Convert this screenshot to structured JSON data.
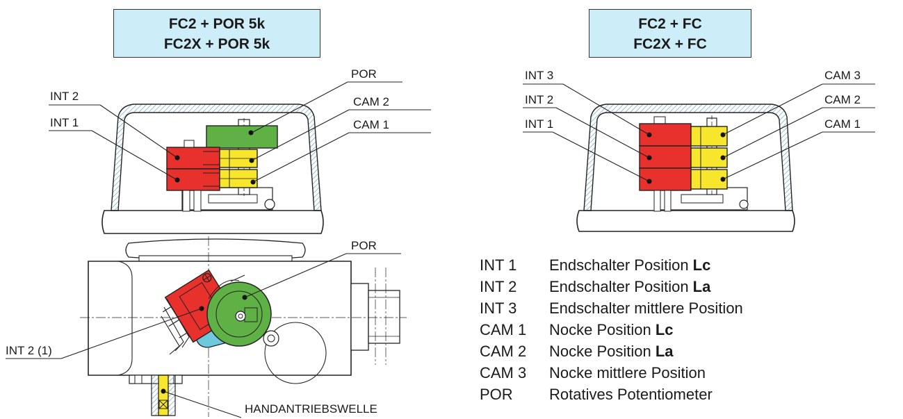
{
  "titles": {
    "left": [
      "FC2 + POR 5k",
      "FC2X + POR 5k"
    ],
    "right": [
      "FC2 + FC",
      "FC2X + FC"
    ]
  },
  "labels": {
    "left_top": {
      "por": "POR",
      "int2": "INT 2",
      "cam2": "CAM 2",
      "int1": "INT 1",
      "cam1": "CAM 1"
    },
    "right_top": {
      "int3": "INT 3",
      "cam3": "CAM 3",
      "int2": "INT 2",
      "cam2": "CAM 2",
      "int1": "INT 1",
      "cam1": "CAM 1"
    },
    "left_bottom": {
      "por": "POR",
      "int2_1": "INT 2 (1)",
      "shaft": "HANDANTRIEBSWELLE"
    }
  },
  "legend": [
    {
      "code": "INT 1",
      "text": "Endschalter Position ",
      "bold": "Lc"
    },
    {
      "code": "INT 2",
      "text": "Endschalter Position ",
      "bold": "La"
    },
    {
      "code": "INT 3",
      "text": "Endschalter mittlere Position",
      "bold": ""
    },
    {
      "code": "CAM 1",
      "text": "Nocke Position ",
      "bold": "Lc"
    },
    {
      "code": "CAM 2",
      "text": "Nocke Position ",
      "bold": "La"
    },
    {
      "code": "CAM 3",
      "text": "Nocke mittlere Position",
      "bold": ""
    },
    {
      "code": "POR",
      "text": "Rotatives Potentiometer",
      "bold": ""
    }
  ],
  "colors": {
    "switch_red": "#e8302c",
    "cam_yellow": "#f7e62b",
    "por_green": "#5fb045",
    "title_blue": "#cdeef9",
    "hatch": "#6aa8b8",
    "lever_cyan": "#6ec9dd"
  }
}
